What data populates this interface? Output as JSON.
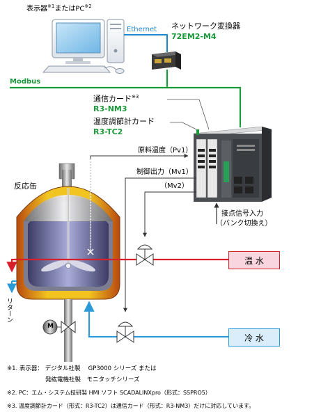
{
  "display": {
    "label": "表示器",
    "sup1": "※1",
    "or_pc": "またはPC",
    "sup2": "※2"
  },
  "ethernet": "Ethernet",
  "converter": {
    "name": "ネットワーク変換器",
    "model": "72EM2-M4"
  },
  "modbus": "Modbus",
  "comm_card": {
    "name": "通信カード",
    "sup": "※3",
    "model": "R3-NM3"
  },
  "temp_card": {
    "name": "温度調節計カード",
    "model": "R3-TC2"
  },
  "signals": {
    "pv1": "原料温度（Pv1）",
    "mv1": "制御出力（Mv1）",
    "mv2": "（Mv2）"
  },
  "contact": {
    "line1": "接点信号入力",
    "line2": "（バンク切換え）"
  },
  "reactor": "反応缶",
  "return": "リターン",
  "motor": "M",
  "hot_water": "温 水",
  "cold_water": "冷 水",
  "notes": {
    "n1a_mark": "※1. 表示器：",
    "n1a_text": "デジタル社製　 GP3000 シリーズ または",
    "n1b_text": "発紘電機社製　モニタッチシリーズ",
    "n2": "※2. PC：エム・システム技研製 HMI ソフト SCADALINXpro（形式：SSPRO5）",
    "n3": "※3. 温度調節計カード（形式：R3-TC2）は通信カード（形式：R3-NM3）だけに対応しています。"
  },
  "colors": {
    "ethernet_line": "#1a87cc",
    "modbus_line": "#1a9a3a",
    "hot_line": "#d8202a",
    "cold_line": "#2a9ad8",
    "hot_box": "#f9d6df",
    "cold_box": "#d9eefa"
  }
}
